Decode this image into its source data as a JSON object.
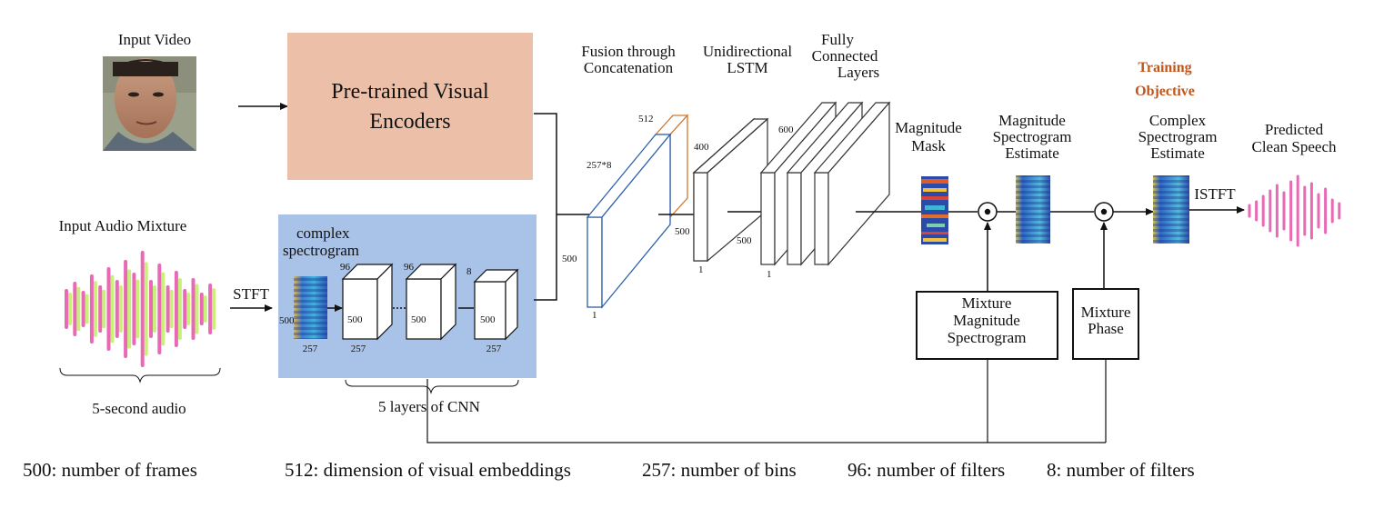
{
  "labels": {
    "input_video": "Input Video",
    "input_audio": "Input Audio Mixture",
    "five_second": "5-second audio",
    "stft": "STFT",
    "encoder_line1": "Pre-trained Visual",
    "encoder_line2": "Encoders",
    "complex_line1": "complex",
    "complex_line2": "spectrogram",
    "five_layers": "5 layers of CNN",
    "fusion_line1": "Fusion through",
    "fusion_line2": "Concatenation",
    "lstm_line1": "Unidirectional",
    "lstm_line2": "LSTM",
    "fc_line1": "Fully",
    "fc_line2": "Connected",
    "fc_line3": "Layers",
    "mag_mask_line1": "Magnitude",
    "mag_mask_line2": "Mask",
    "mag_est_line1": "Magnitude",
    "mag_est_line2": "Spectrogram",
    "mag_est_line3": "Estimate",
    "train_line1": "Training",
    "train_line2": "Objective",
    "complex_est_line1": "Complex",
    "complex_est_line2": "Spectrogram",
    "complex_est_line3": "Estimate",
    "pred_line1": "Predicted",
    "pred_line2": "Clean Speech",
    "istft": "ISTFT",
    "mix_mag_line1": "Mixture",
    "mix_mag_line2": "Magnitude",
    "mix_mag_line3": "Spectrogram",
    "mix_phase_line1": "Mixture",
    "mix_phase_line2": "Phase"
  },
  "dims": {
    "spec_500": "500",
    "spec_257": "257",
    "c1_96": "96",
    "c1_500": "500",
    "c1_257": "257",
    "c2_96": "96",
    "c2_500": "500",
    "c3_8": "8",
    "c3_500": "500",
    "c3_257": "257",
    "f_257x8": "257*8",
    "f_512": "512",
    "f_500": "500",
    "f_500b": "500",
    "f_1": "1",
    "l_400": "400",
    "l_500": "500",
    "l_1": "1",
    "fc_600": "600",
    "fc_1": "1"
  },
  "legend": [
    "500: number of frames",
    "512: dimension of visual embeddings",
    "257: number of bins",
    "96: number of filters",
    "8: number of filters"
  ],
  "colors": {
    "encoder_fill": "#ecc0a8",
    "cnn_panel": "#a9c2e7",
    "waveform_pink": "#e86ab4",
    "waveform_green": "#c8f07a",
    "fusion_blue": "#2e5fae",
    "fusion_orange": "#d2772d",
    "training_orange": "#c0561b"
  },
  "icons": {
    "face": "face-photo-icon",
    "multiply": "multiply-operator-icon"
  }
}
